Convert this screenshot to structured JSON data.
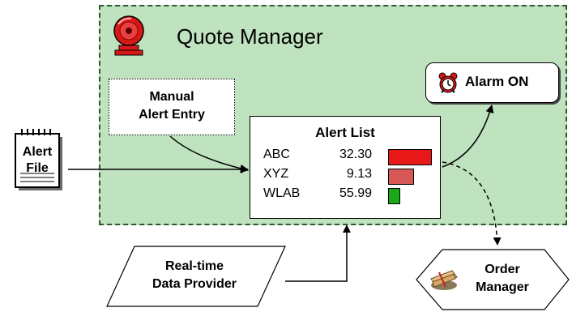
{
  "title": "Quote Manager",
  "manual_entry": {
    "line1": "Manual",
    "line2": "Alert Entry"
  },
  "alert_file": {
    "line1": "Alert",
    "line2": "File"
  },
  "alert_list": {
    "title": "Alert List",
    "rows": [
      {
        "symbol": "ABC",
        "value": "32.30",
        "bar_level": 1.0,
        "bar_color": "#e81818"
      },
      {
        "symbol": "XYZ",
        "value": "9.13",
        "bar_level": 0.58,
        "bar_color": "#d85858"
      },
      {
        "symbol": "WLAB",
        "value": "55.99",
        "bar_level": 0.25,
        "bar_color": "#18a818"
      }
    ]
  },
  "alarm": {
    "label": "Alarm ON",
    "icon": "alarm-clock-icon"
  },
  "data_provider": {
    "line1": "Real-time",
    "line2": "Data Provider"
  },
  "order_manager": {
    "line1": "Order",
    "line2": "Manager",
    "icon": "order-bundle-icon"
  },
  "colors": {
    "zone": "#bfe2bf",
    "zone_border": "#2e5a2e",
    "bell": "#d81818"
  }
}
